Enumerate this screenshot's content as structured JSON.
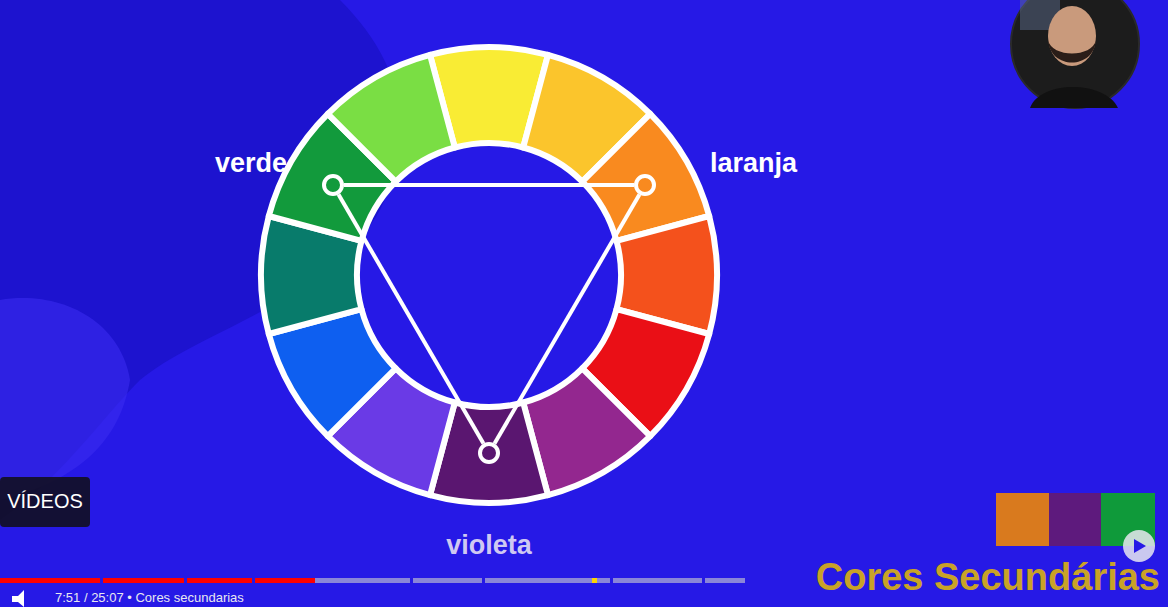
{
  "diagram": {
    "nodes": [
      {
        "text": [
          "verde"
        ]
      },
      {
        "text": [
          "laranja"
        ]
      },
      {
        "text": [
          "violeta"
        ]
      }
    ],
    "edges": [
      {
        "from": 0,
        "to": 1,
        "arrow": "none"
      },
      {
        "from": 1,
        "to": 2,
        "arrow": "none"
      },
      {
        "from": 2,
        "to": 0,
        "arrow": "none"
      }
    ],
    "labels": [
      "VÍDEOS",
      "7:51 / 25:07 • Cores secundarias",
      "Cores Secundárias"
    ]
  }
}
